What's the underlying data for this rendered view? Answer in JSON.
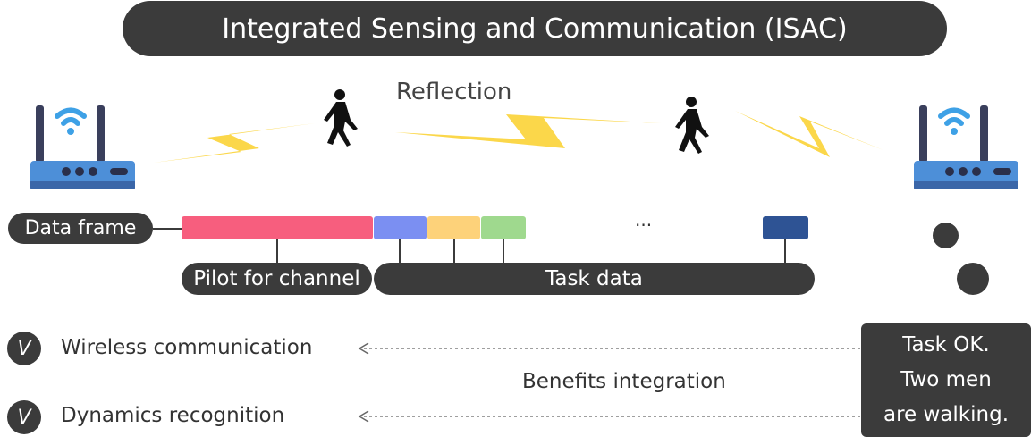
{
  "title": "Integrated Sensing and Communication (ISAC)",
  "reflection_label": "Reflection",
  "frame": {
    "data_frame_label": "Data frame",
    "pilot_label": "Pilot for channel",
    "task_label": "Task data",
    "ellipsis": "...",
    "colors": {
      "pilot": "#f75e7e",
      "task1": "#7b8ff2",
      "task2": "#fdd27a",
      "task3": "#9fd98e",
      "taskN": "#2e5394"
    }
  },
  "benefits": {
    "check_glyph": "V",
    "items": [
      "Wireless communication",
      "Dynamics recognition"
    ],
    "integration_label": "Benefits integration"
  },
  "result": {
    "lines": [
      "Task OK.",
      "Two men",
      "are walking."
    ]
  },
  "icons": [
    "router-icon",
    "walking-person-icon",
    "lightning-signal-icon",
    "check-icon"
  ]
}
